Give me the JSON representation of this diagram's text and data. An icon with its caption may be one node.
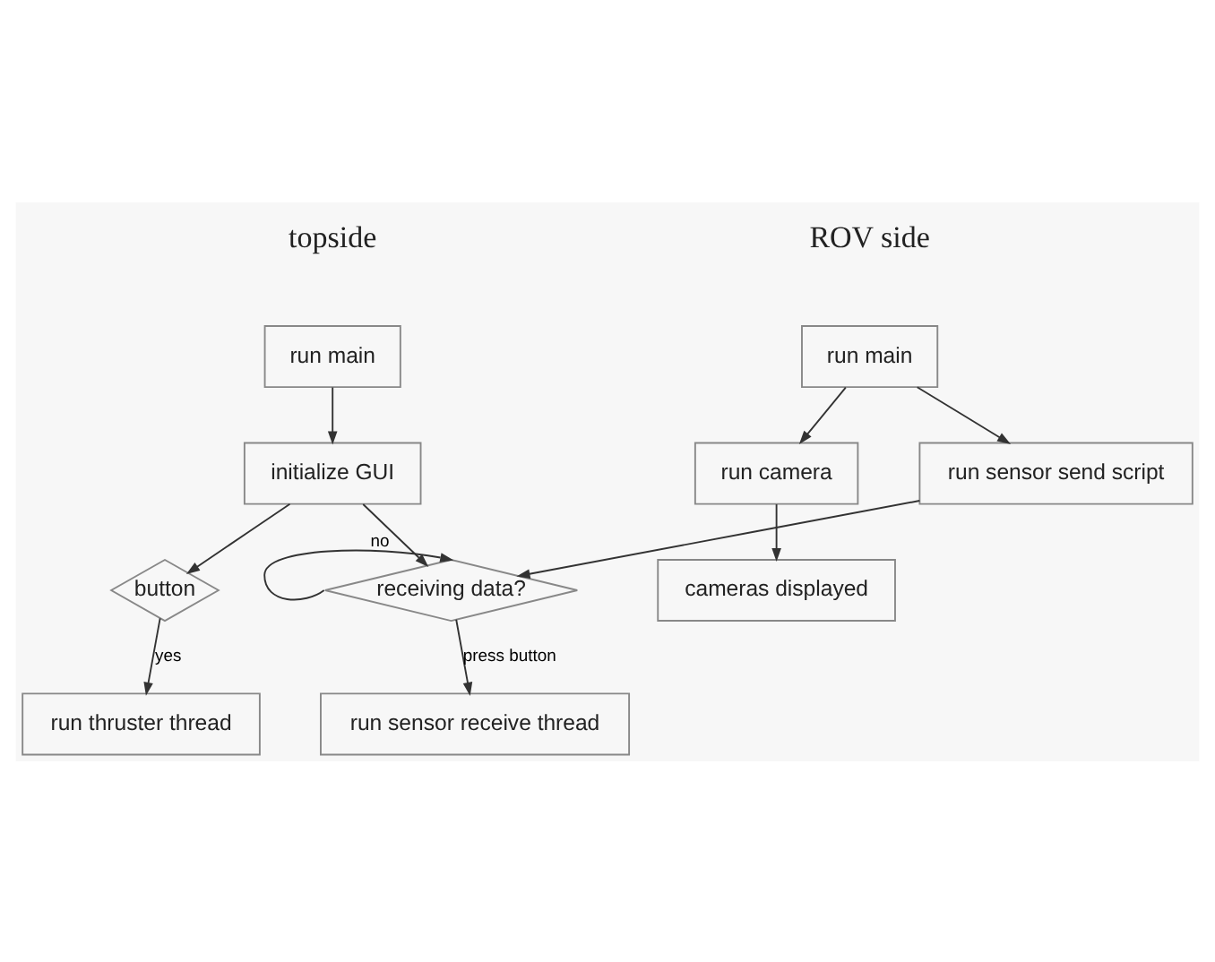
{
  "diagram": {
    "nodes": [
      {
        "text": [
          "run main"
        ]
      },
      {
        "text": [
          "initialize GUI"
        ]
      },
      {
        "text": [
          "button"
        ]
      },
      {
        "text": [
          "receiving data?"
        ]
      },
      {
        "text": [
          "run thruster thread"
        ]
      },
      {
        "text": [
          "run sensor receive thread"
        ]
      },
      {
        "text": [
          "run main"
        ]
      },
      {
        "text": [
          "run sensor send script"
        ]
      },
      {
        "text": [
          "run camera"
        ]
      },
      {
        "text": [
          "cameras displayed"
        ]
      }
    ],
    "edges": [
      {
        "from": 0,
        "to": 1,
        "arrow": "to"
      },
      {
        "from": 1,
        "to": 2,
        "arrow": "to"
      },
      {
        "from": 1,
        "to": 3,
        "arrow": "to"
      },
      {
        "from": 3,
        "to": 3,
        "arrow": "to",
        "label": "no"
      },
      {
        "from": 2,
        "to": 4,
        "arrow": "to",
        "label": "yes"
      },
      {
        "from": 3,
        "to": 5,
        "arrow": "to",
        "label": "press button"
      },
      {
        "from": 6,
        "to": 7,
        "arrow": "to"
      },
      {
        "from": 6,
        "to": 8,
        "arrow": "to"
      },
      {
        "from": 8,
        "to": 9,
        "arrow": "to"
      },
      {
        "from": 7,
        "to": 3,
        "arrow": "to"
      }
    ],
    "labels": [
      "topside",
      "ROV side"
    ]
  }
}
